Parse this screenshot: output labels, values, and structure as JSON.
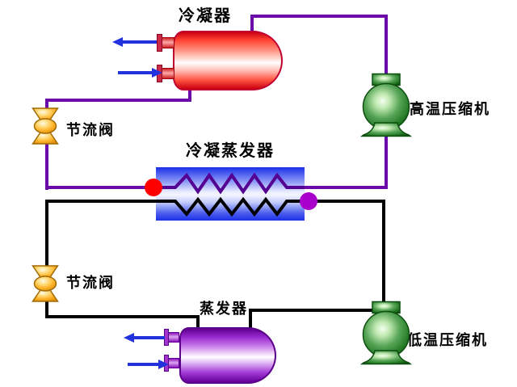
{
  "diagram": {
    "type": "cascade-refrigeration-cycle",
    "labels": {
      "condenser": "冷凝器",
      "high_temp_compressor": "高温压缩机",
      "throttle_valve_high": "节流阀",
      "cascade_heat_exchanger": "冷凝蒸发器",
      "throttle_valve_low": "节流阀",
      "evaporator": "蒸发器",
      "low_temp_compressor": "低温压缩机"
    },
    "colors": {
      "background": "#ffffff",
      "high_temp_circuit_line": "#6a0aa8",
      "low_temp_circuit_line": "#000000",
      "condenser_body": "#ee2222",
      "evaporator_body": "#9922cc",
      "compressor_body": "#2e8b2e",
      "throttle_valve_body": "#ffb72e",
      "heat_exchanger_shell": "#2233ee",
      "heat_exchanger_coil_top": "#530093",
      "heat_exchanger_coil_bottom": "#000000",
      "left_junction_dot": "#ff0000",
      "right_junction_dot": "#aa00cc",
      "water_arrow": "#2233dd"
    }
  }
}
